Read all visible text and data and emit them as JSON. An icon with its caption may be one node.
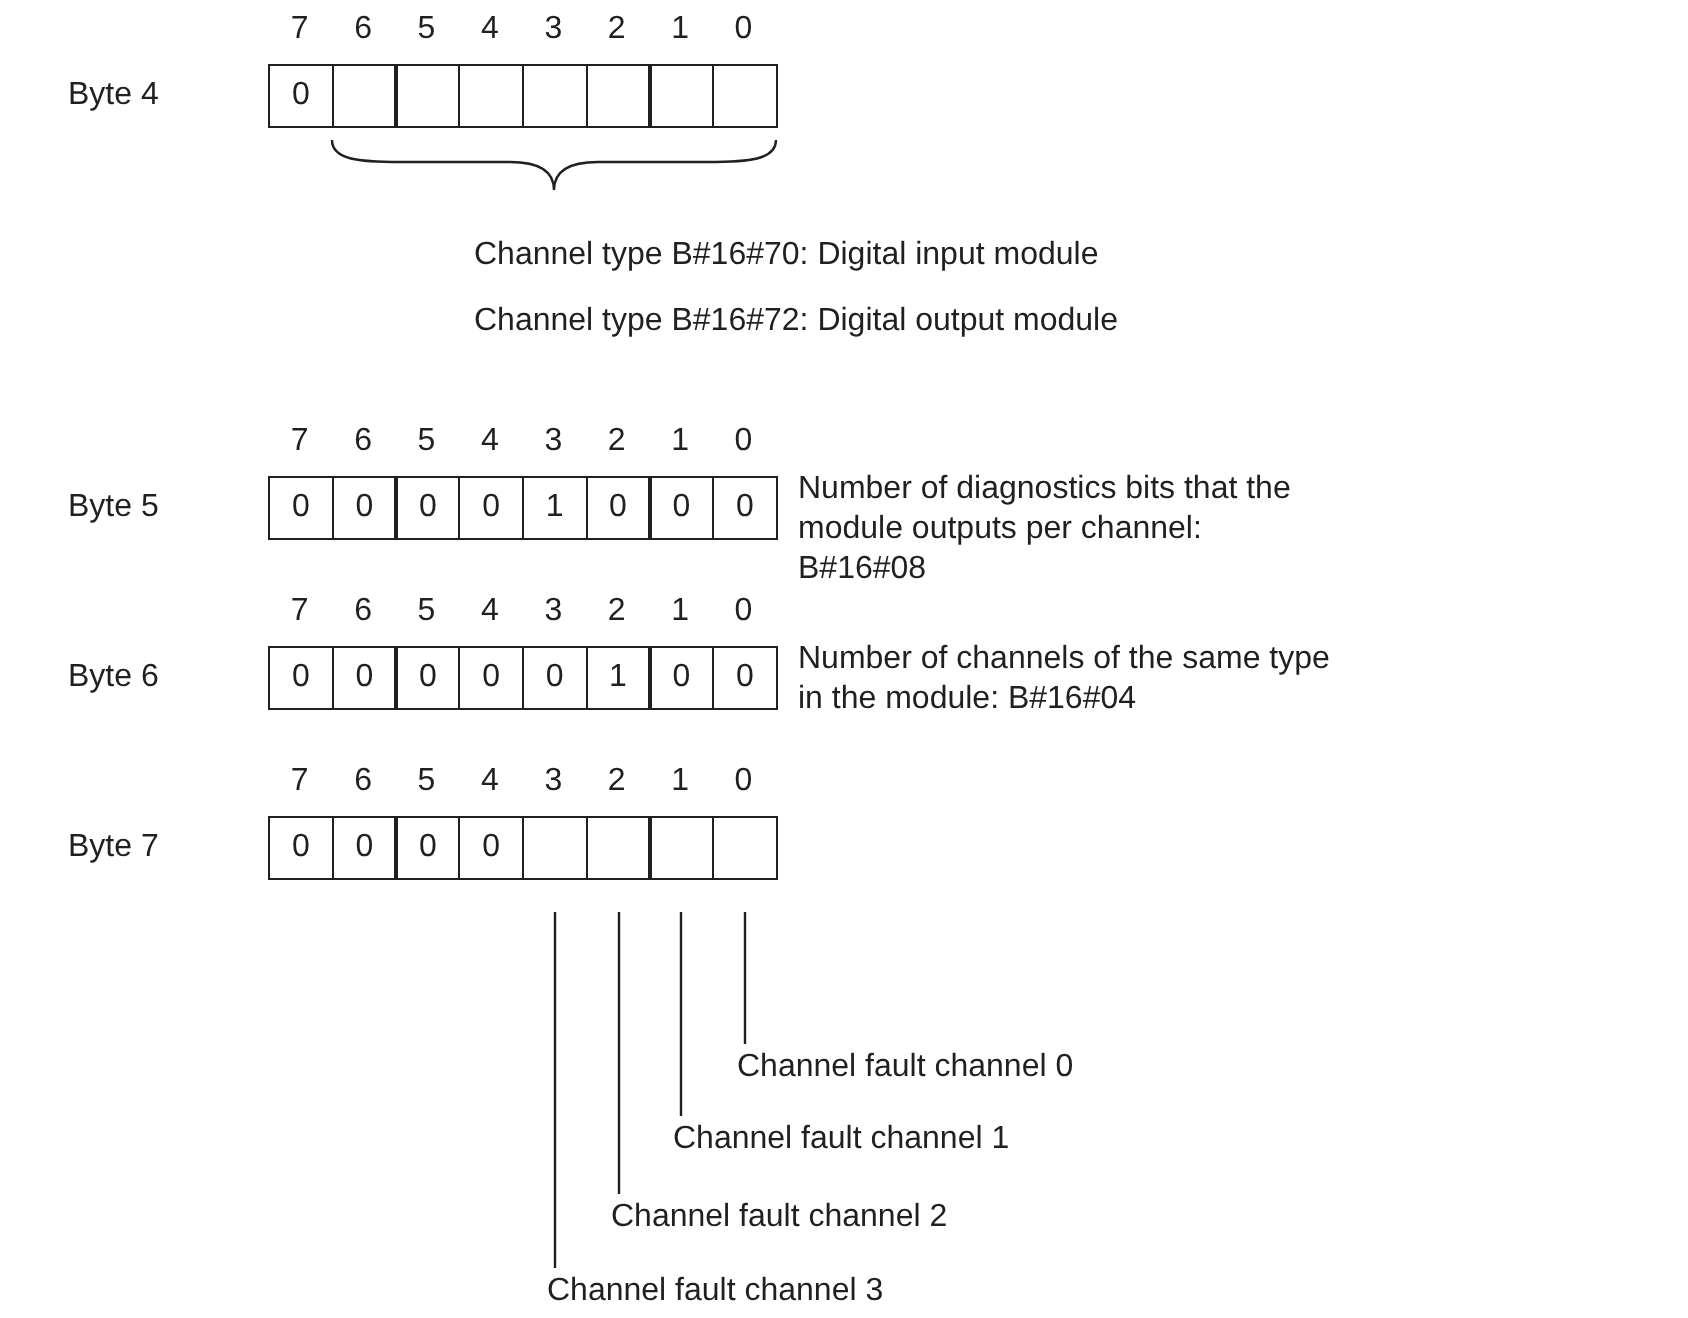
{
  "diagram": {
    "nodes": [
      {
        "text": [
          "0"
        ]
      },
      {
        "text": [],
        "shape": "box"
      },
      {
        "text": [],
        "shape": "box"
      },
      {
        "text": [],
        "shape": "box"
      },
      {
        "text": [],
        "shape": "box"
      },
      {
        "text": [],
        "shape": "box"
      },
      {
        "text": [],
        "shape": "box"
      },
      {
        "text": [],
        "shape": "box"
      },
      {
        "text": [
          "0"
        ]
      },
      {
        "text": [
          "0"
        ]
      },
      {
        "text": [
          "0"
        ]
      },
      {
        "text": [
          "0"
        ]
      },
      {
        "text": [
          "1"
        ]
      },
      {
        "text": [
          "0"
        ]
      },
      {
        "text": [
          "0"
        ]
      },
      {
        "text": [
          "0"
        ]
      },
      {
        "text": [
          "0"
        ]
      },
      {
        "text": [
          "0"
        ]
      },
      {
        "text": [
          "0"
        ]
      },
      {
        "text": [
          "0"
        ]
      },
      {
        "text": [
          "0"
        ]
      },
      {
        "text": [
          "1"
        ]
      },
      {
        "text": [
          "0"
        ]
      },
      {
        "text": [
          "0"
        ]
      },
      {
        "text": [
          "0"
        ]
      },
      {
        "text": [
          "0"
        ]
      },
      {
        "text": [
          "0"
        ]
      },
      {
        "text": [
          "0"
        ]
      },
      {
        "text": [],
        "shape": "box"
      },
      {
        "text": [],
        "shape": "box"
      },
      {
        "text": [],
        "shape": "box"
      },
      {
        "text": [],
        "shape": "box"
      },
      {
        "text": [
          "Channel fault channel 0"
        ]
      },
      {
        "text": [
          "Channel fault channel 1"
        ]
      },
      {
        "text": [
          "Channel fault channel 2"
        ]
      },
      {
        "text": [
          "Channel fault channel 3"
        ]
      }
    ],
    "edges": [
      {
        "from": 32,
        "to": 31,
        "arrow": "none"
      },
      {
        "from": 33,
        "to": 30,
        "arrow": "none"
      },
      {
        "from": 34,
        "to": 29,
        "arrow": "none"
      },
      {
        "from": 35,
        "to": 28,
        "arrow": "none"
      }
    ],
    "labels": [
      "7",
      "6",
      "5",
      "4",
      "3",
      "2",
      "1",
      "0",
      "Byte 4",
      "Channel type B#16#70: Digital input module",
      "Channel type B#16#72: Digital output module",
      "7",
      "6",
      "5",
      "4",
      "3",
      "2",
      "1",
      "0",
      "Byte 5",
      "Number of diagnostics bits that the module outputs per channel: B#16#08",
      "7",
      "6",
      "5",
      "4",
      "3",
      "2",
      "1",
      "0",
      "Byte 6",
      "Number of channels of the same type in the module: B#16#04",
      "7",
      "6",
      "5",
      "4",
      "3",
      "2",
      "1",
      "0",
      "Byte 7"
    ]
  }
}
